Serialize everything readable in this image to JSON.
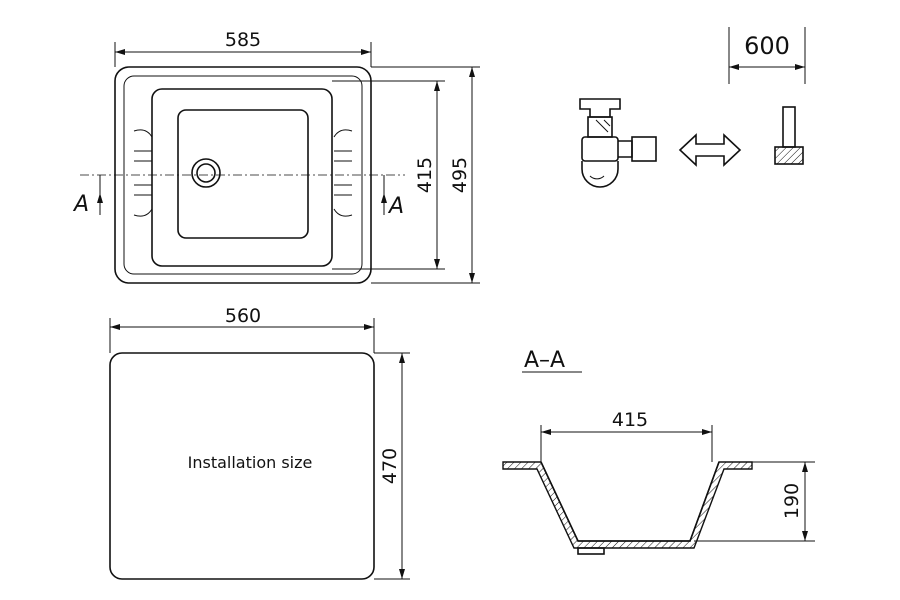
{
  "top_view": {
    "width_label": "585",
    "bowl_height_label": "415",
    "total_height_label": "495",
    "section_mark_left": "A",
    "section_mark_right": "A"
  },
  "siphon": {
    "size_label": "600"
  },
  "installation": {
    "width_label": "560",
    "height_label": "470",
    "caption": "Installation size"
  },
  "section": {
    "title": "A–A",
    "width_label": "415",
    "depth_label": "190"
  }
}
